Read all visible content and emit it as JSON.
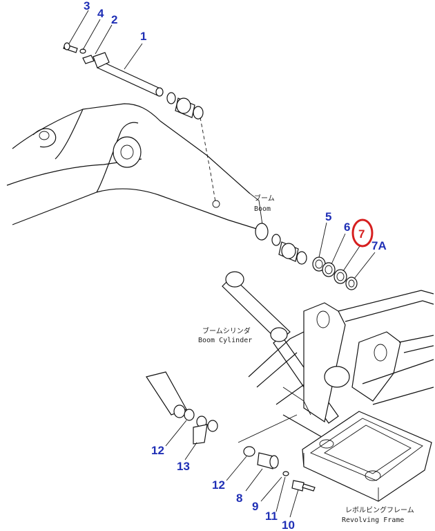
{
  "callouts": {
    "c1": "1",
    "c2": "2",
    "c3": "3",
    "c4": "4",
    "c5": "5",
    "c6": "6",
    "c7": "7",
    "c7a": "7A",
    "c8": "8",
    "c9": "9",
    "c10": "10",
    "c11": "11",
    "c12a": "12",
    "c12b": "12",
    "c13": "13"
  },
  "labels": {
    "boom_jp": "ブーム",
    "boom_en": "Boom",
    "cylinder_jp": "ブームシリンダ",
    "cylinder_en": "Boom Cylinder",
    "frame_jp": "レボルビングフレーム",
    "frame_en": "Revolving Frame"
  },
  "colors": {
    "callout": "#1f2fb5",
    "highlight": "#d61f1f"
  },
  "highlight": {
    "callout": "7"
  }
}
